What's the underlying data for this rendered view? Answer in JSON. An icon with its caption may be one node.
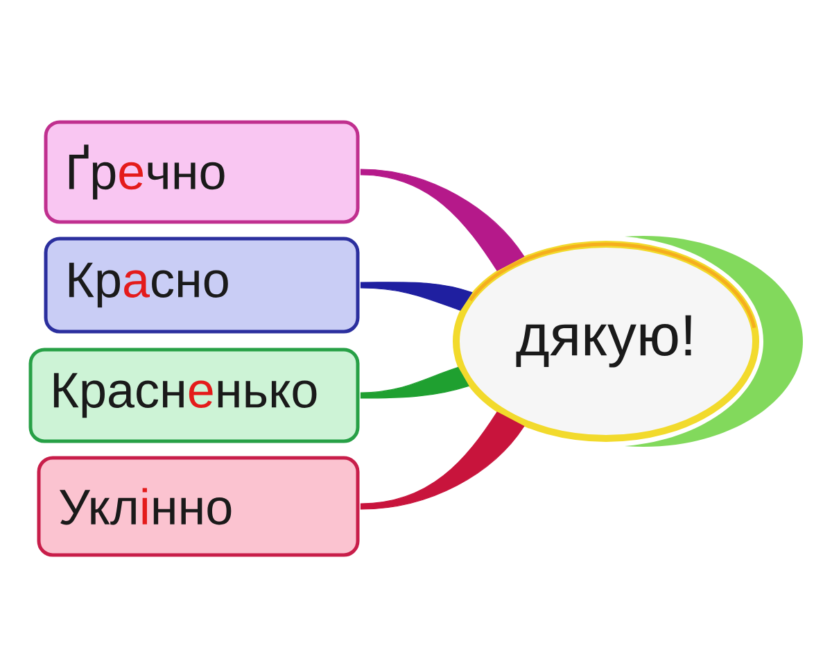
{
  "diagram": {
    "nodes": [
      {
        "text": [
          "Ґр**е**чно"
        ]
      },
      {
        "text": [
          "Кр**а**сно"
        ]
      },
      {
        "text": [
          "Красн**е**нько"
        ]
      },
      {
        "text": [
          "Укл**і**нно"
        ]
      },
      {
        "text": [
          "дякую!"
        ]
      }
    ],
    "edges": [
      {
        "from": 0,
        "to": 4,
        "arrow": "none",
        "color": "#b5198a"
      },
      {
        "from": 1,
        "to": 4,
        "arrow": "none",
        "color": "#1f1fa0"
      },
      {
        "from": 2,
        "to": 4,
        "arrow": "none",
        "color": "#1fa030"
      },
      {
        "from": 3,
        "to": 4,
        "arrow": "none",
        "color": "#c8143c"
      }
    ]
  }
}
